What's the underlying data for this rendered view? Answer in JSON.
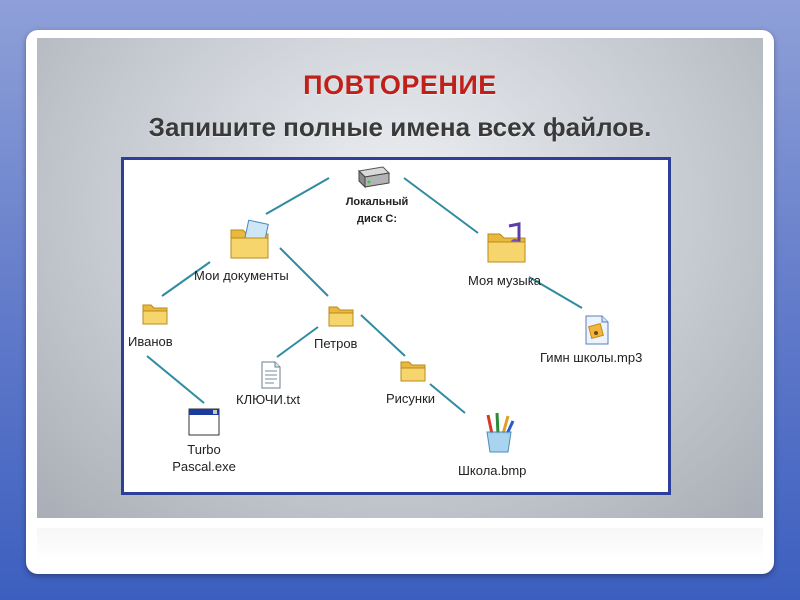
{
  "slide": {
    "title": "ПОВТОРЕНИЕ",
    "subtitle": "Запишите полные имена всех файлов."
  },
  "tree": {
    "root": {
      "line1": "Локальный",
      "line2": "диск С:"
    },
    "my_documents": "Мои документы",
    "my_music": "Моя музыка",
    "ivanov": "Иванов",
    "petrov": "Петров",
    "keys_file": "КЛЮЧИ.txt",
    "pictures": "Рисунки",
    "turbo_pascal": {
      "line1": "Turbo",
      "line2": "Pascal.exe"
    },
    "school_bmp": "Школа.bmp",
    "anthem_mp3": "Гимн школы.mp3"
  },
  "colors": {
    "title": "#c0201a",
    "edge": "#2e8ba0",
    "frame": "#2e3f9a",
    "folder": "#f2cf5a"
  }
}
